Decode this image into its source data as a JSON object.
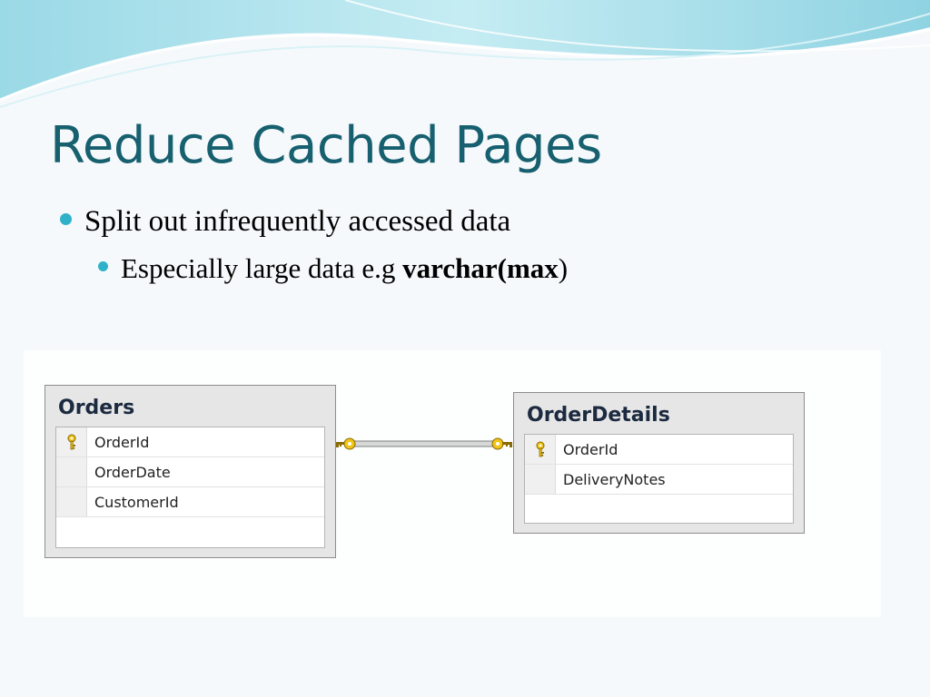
{
  "slide": {
    "title": "Reduce Cached Pages",
    "bullet1": "Split out infrequently accessed data",
    "bullet2": {
      "prefix": "Especially large data e.g ",
      "bold1": "varchar",
      "paren_open": "(",
      "bold2": "max",
      "paren_close": ")"
    }
  },
  "diagram": {
    "tables": [
      {
        "name": "Orders",
        "columns": [
          {
            "name": "OrderId",
            "primary_key": true
          },
          {
            "name": "OrderDate",
            "primary_key": false
          },
          {
            "name": "CustomerId",
            "primary_key": false
          }
        ]
      },
      {
        "name": "OrderDetails",
        "columns": [
          {
            "name": "OrderId",
            "primary_key": true
          },
          {
            "name": "DeliveryNotes",
            "primary_key": false
          }
        ]
      }
    ],
    "relationship": {
      "from": "Orders",
      "to": "OrderDetails",
      "type": "one-to-one"
    }
  },
  "icons": {
    "key": "primary-key-icon",
    "bullet": "bullet-dot-icon"
  },
  "colors": {
    "title": "#17606f",
    "bullet": "#2fb2c9",
    "key": "#f0c419",
    "wave": "#7fd0df"
  }
}
